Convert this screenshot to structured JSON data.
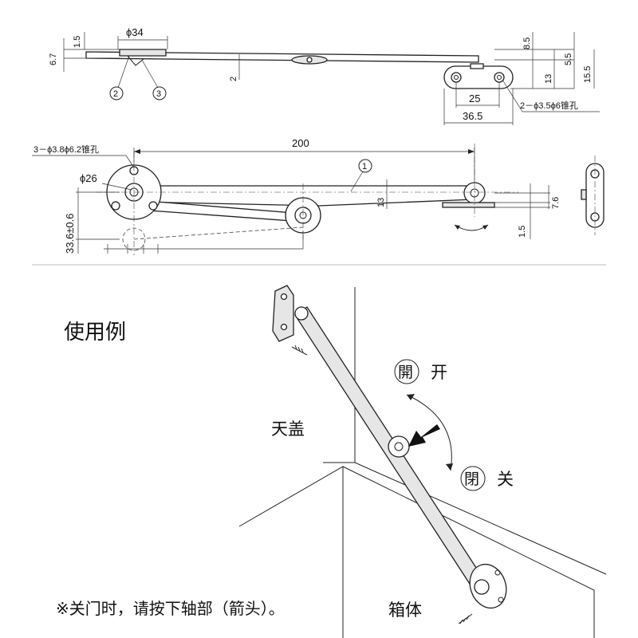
{
  "top_view": {
    "dims": {
      "d34": "ϕ34",
      "d1_5": "1.5",
      "d6_7": "6.7",
      "d2": "2",
      "d8_5": "8.5",
      "d5_5": "5.5",
      "d15_5": "15.5",
      "d13": "13",
      "d25": "25",
      "d36_5": "36.5",
      "holes": "2－ϕ3.5ϕ6锥孔"
    },
    "callouts": {
      "c2": "2",
      "c3": "3"
    }
  },
  "front_view": {
    "dims": {
      "d200": "200",
      "holes": "3－ϕ3.8ϕ6.2锥孔",
      "d26": "ϕ26",
      "d13": "13",
      "d33_6": "33.6±0.6",
      "d7_6": "7.6",
      "d1_5": "1.5"
    },
    "callouts": {
      "c1": "1"
    }
  },
  "usage": {
    "title": "使用例",
    "open_badge": "開",
    "open_label": "开",
    "close_badge": "閉",
    "close_label": "关",
    "lid_label": "天盖",
    "box_label": "箱体",
    "note": "※关门时，请按下轴部（箭头）。"
  }
}
